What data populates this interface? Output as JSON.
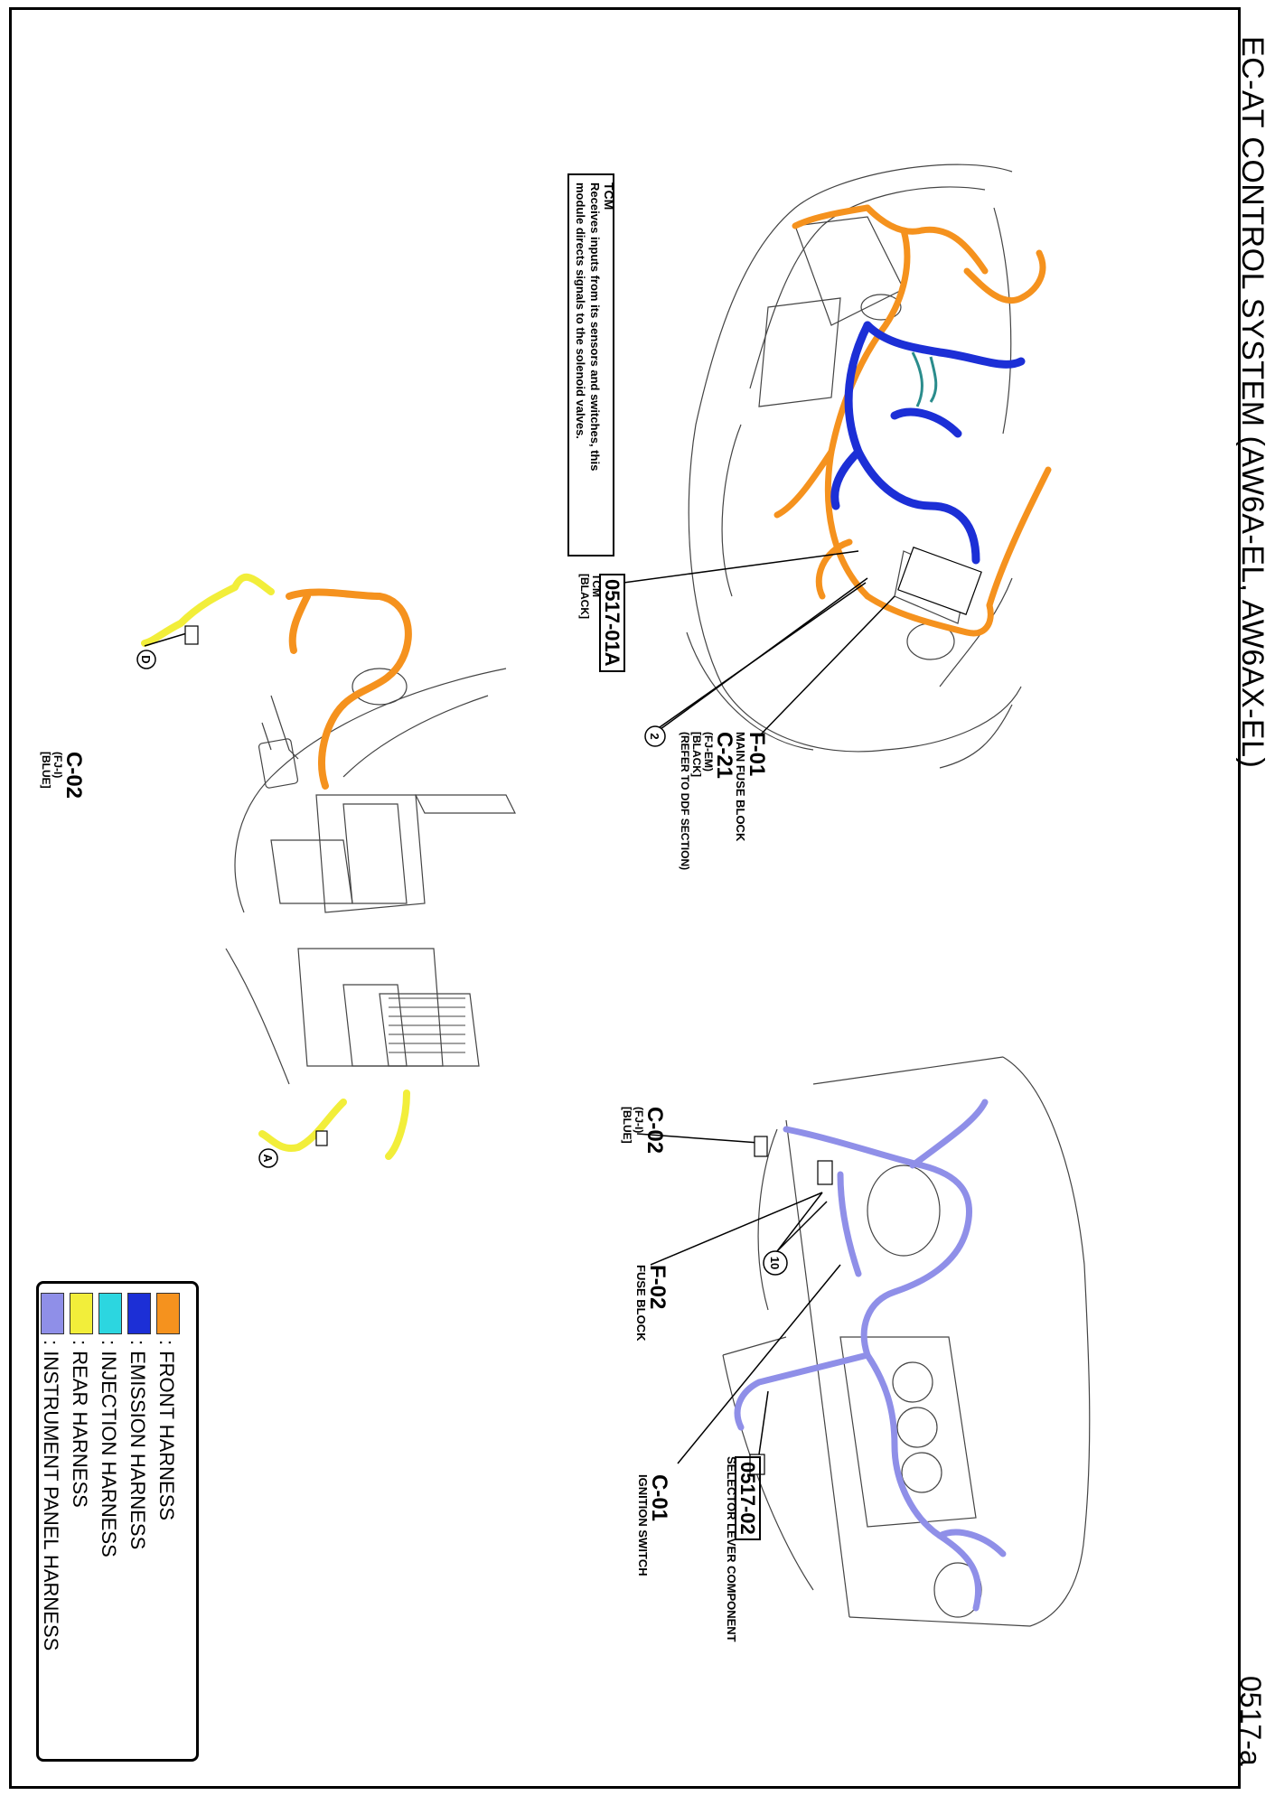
{
  "title": "EC-AT CONTROL SYSTEM (AW6A-EL, AW6AX-EL)",
  "page_number": "0517-a",
  "note": {
    "heading": "TCM",
    "lines": [
      "Receives inputs from its sensors and switches, this",
      "module directs signals to the solenoid valves."
    ]
  },
  "callouts": {
    "tcm": {
      "code": "0517-01A",
      "name": "TCM",
      "color": "[BLACK]"
    },
    "main_fuse": {
      "code": "F-01",
      "name": "MAIN FUSE BLOCK"
    },
    "c21": {
      "code": "C-21",
      "pin": "(FJ-EM)",
      "color": "[BLACK]",
      "ref": "(REFER TO DDF SECTION)"
    },
    "circle_2": "2",
    "c02_left": {
      "code": "C-02",
      "pin": "(FJ-I)",
      "color": "[BLUE]"
    },
    "marker_d": "D",
    "marker_a": "A",
    "c02_right": {
      "code": "C-02",
      "pin": "(FJ-I)",
      "color": "[BLUE]"
    },
    "f02": {
      "code": "F-02",
      "name": "FUSE BLOCK"
    },
    "circle_10": "10",
    "c01": {
      "code": "C-01",
      "name": "IGNITION SWITCH"
    },
    "selector": {
      "code": "0517-02",
      "name": "SELECTOR LEVER COMPONENT"
    }
  },
  "legend": [
    {
      "label": ": FRONT HARNESS",
      "color": "#F5921E"
    },
    {
      "label": ": EMISSION HARNESS",
      "color": "#1C2FD6"
    },
    {
      "label": ": INJECTION HARNESS",
      "color": "#2CD6E0"
    },
    {
      "label": ": REAR HARNESS",
      "color": "#F2EE3A"
    },
    {
      "label": ": INSTRUMENT PANEL HARNESS",
      "color": "#8F8FE8"
    }
  ]
}
